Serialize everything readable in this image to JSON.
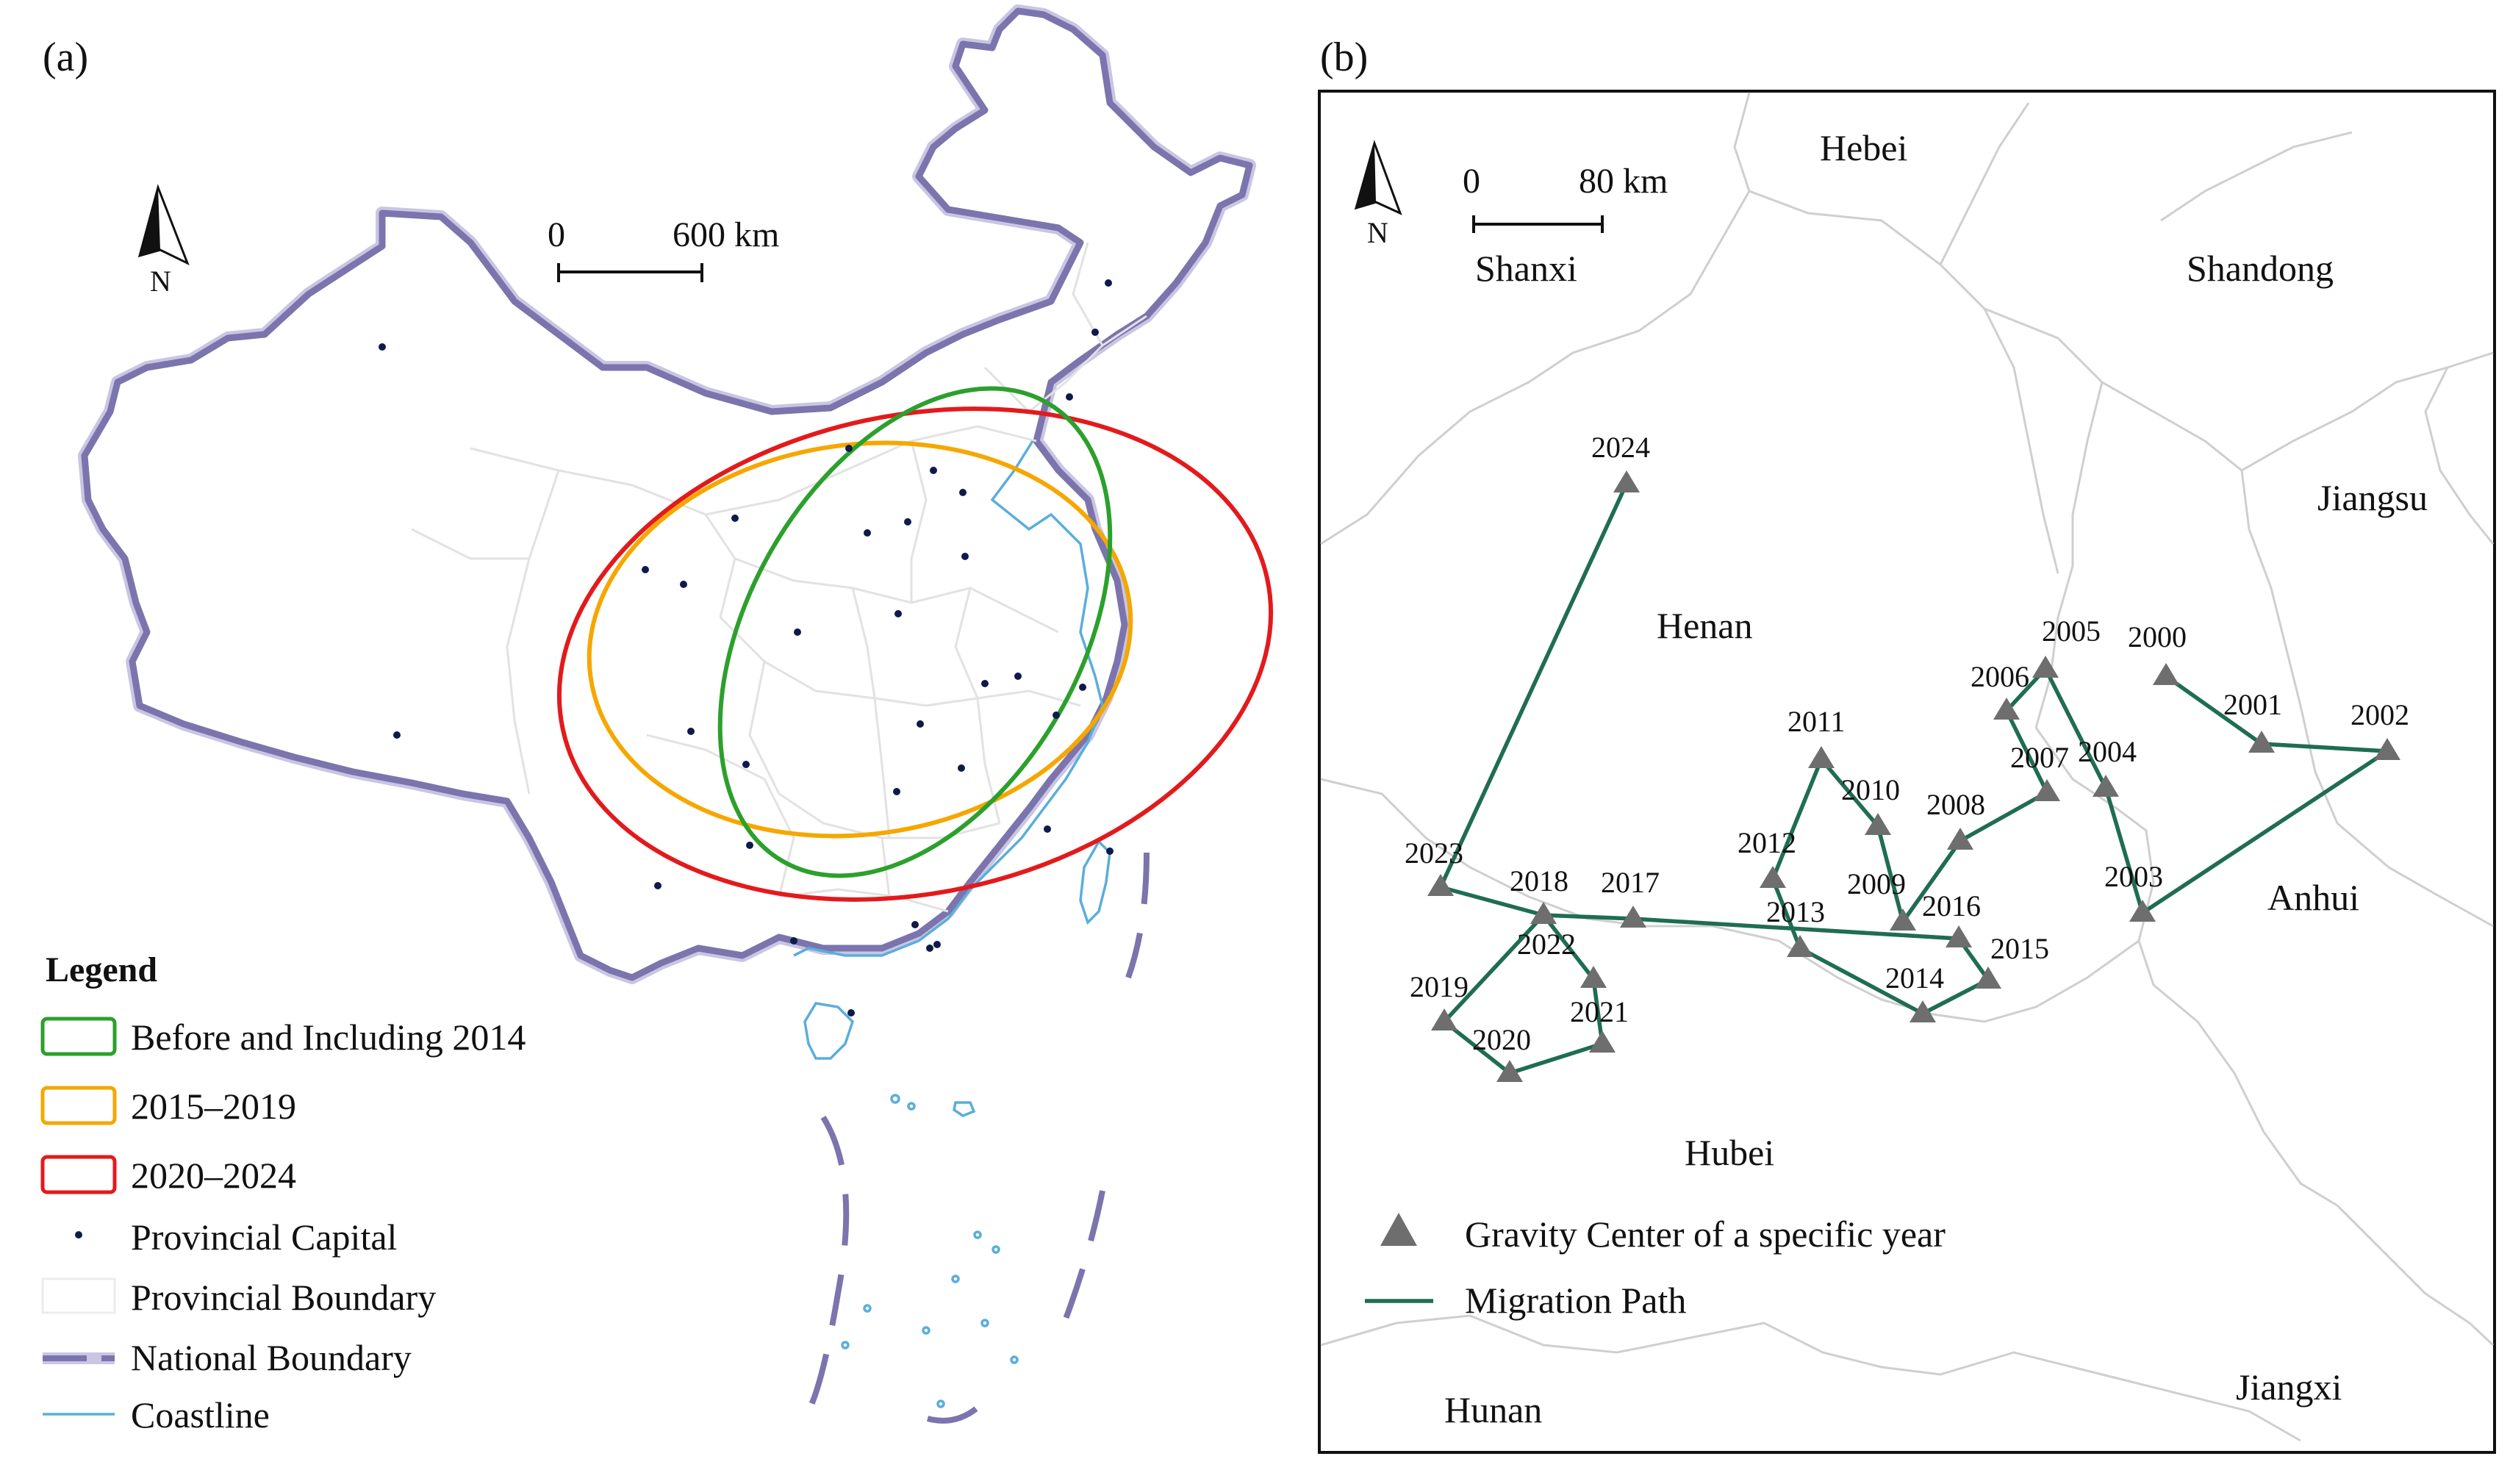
{
  "panel_a": {
    "label": "(a)",
    "scale": {
      "zero": "0",
      "end": "600 km"
    },
    "north": "N",
    "legend": {
      "title": "Legend",
      "items": [
        {
          "label": "Before and Including 2014",
          "color": "#2ca02c",
          "symbol": "ellipse"
        },
        {
          "label": "2015–2019",
          "color": "#f5a700",
          "symbol": "ellipse"
        },
        {
          "label": "2020–2024",
          "color": "#e31a1c",
          "symbol": "ellipse"
        },
        {
          "label": "Provincial Capital",
          "color": "#0d1b4a",
          "symbol": "dot"
        },
        {
          "label": "Provincial Boundary",
          "color": "#e2e2e2",
          "symbol": "box"
        },
        {
          "label": "National Boundary",
          "color": "#7b74ad",
          "symbol": "dashed-line"
        },
        {
          "label": "Coastline",
          "color": "#5aaedc",
          "symbol": "line"
        }
      ]
    },
    "ellipse_colors": {
      "before_2014": "#2ca02c",
      "y2015_2019": "#f5a700",
      "y2020_2024": "#e31a1c"
    }
  },
  "panel_b": {
    "label": "(b)",
    "scale": {
      "zero": "0",
      "end": "80 km"
    },
    "north": "N",
    "provinces": [
      "Hebei",
      "Shanxi",
      "Shandong",
      "Jiangsu",
      "Henan",
      "Anhui",
      "Hubei",
      "Hunan",
      "Jiangxi"
    ],
    "legend": {
      "items": [
        {
          "label": "Gravity Center of a specific year",
          "color": "#6e6e6e",
          "symbol": "triangle"
        },
        {
          "label": "Migration Path",
          "color": "#1f6d52",
          "symbol": "line"
        }
      ]
    },
    "years": [
      "2000",
      "2001",
      "2002",
      "2003",
      "2004",
      "2005",
      "2006",
      "2007",
      "2008",
      "2009",
      "2010",
      "2011",
      "2012",
      "2013",
      "2014",
      "2015",
      "2016",
      "2017",
      "2018",
      "2019",
      "2020",
      "2021",
      "2022",
      "2023",
      "2024"
    ]
  }
}
